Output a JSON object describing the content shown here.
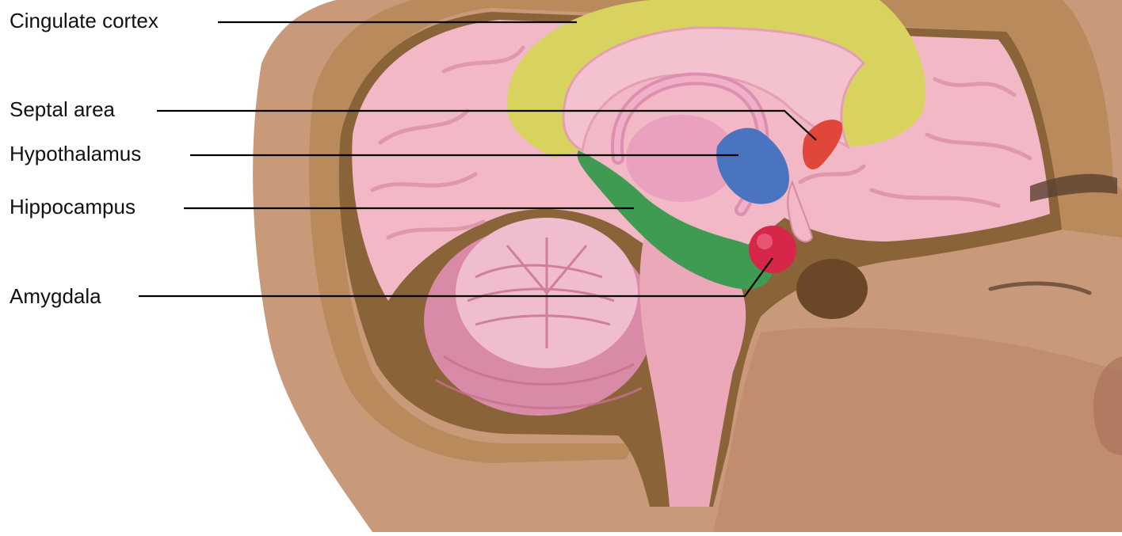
{
  "labels": {
    "cingulate_cortex": "Cingulate cortex",
    "septal_area": "Septal area",
    "hypothalamus": "Hypothalamus",
    "hippocampus": "Hippocampus",
    "amygdala": "Amygdala"
  },
  "colors": {
    "background": "#ffffff",
    "skin": "#c99a7a",
    "skull": "#b88a5c",
    "dura": "#8a6338",
    "brain_pink": "#f2b8c6",
    "gyri_shade": "#e59fb3",
    "cingulate_cortex": "#d8d35e",
    "septal_area": "#e0463a",
    "hypothalamus": "#4a74c0",
    "hippocampus": "#3f9a52",
    "amygdala": "#d6264a",
    "cerebellum": "#d98aa6",
    "brainstem": "#eaa8b8",
    "leader_line": "#000000"
  }
}
